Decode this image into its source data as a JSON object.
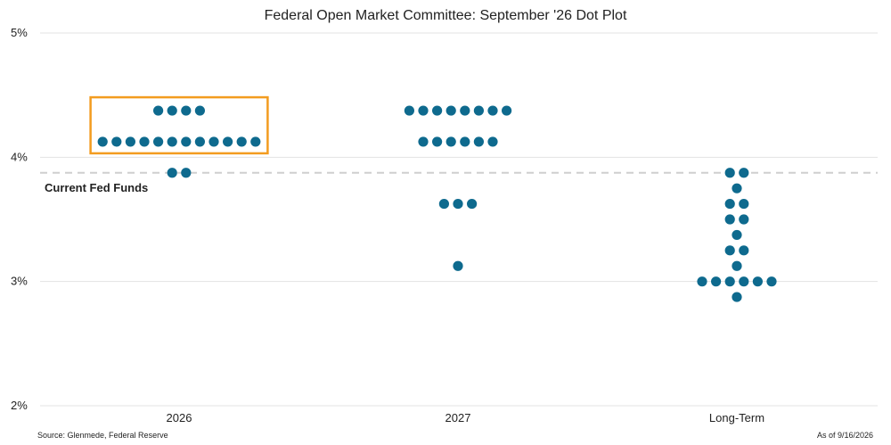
{
  "chart_data": {
    "type": "scatter",
    "title": "Federal Open Market Committee: September '26 Dot Plot",
    "categories": [
      "2026",
      "2027",
      "Long-Term"
    ],
    "y_ticks": [
      "5%",
      "4%",
      "3%",
      "2%"
    ],
    "ylim": [
      2,
      5
    ],
    "grid": true,
    "series": [
      {
        "category": "2026",
        "dots": [
          {
            "rate": 4.375,
            "count": 4
          },
          {
            "rate": 4.125,
            "count": 12
          },
          {
            "rate": 3.875,
            "count": 2
          }
        ]
      },
      {
        "category": "2027",
        "dots": [
          {
            "rate": 4.375,
            "count": 8
          },
          {
            "rate": 4.125,
            "count": 6
          },
          {
            "rate": 3.625,
            "count": 3
          },
          {
            "rate": 3.125,
            "count": 1
          }
        ]
      },
      {
        "category": "Long-Term",
        "dots": [
          {
            "rate": 3.875,
            "count": 2
          },
          {
            "rate": 3.75,
            "count": 1
          },
          {
            "rate": 3.625,
            "count": 2
          },
          {
            "rate": 3.5,
            "count": 2
          },
          {
            "rate": 3.375,
            "count": 1
          },
          {
            "rate": 3.25,
            "count": 2
          },
          {
            "rate": 3.125,
            "count": 1
          },
          {
            "rate": 3.0,
            "count": 6
          },
          {
            "rate": 2.875,
            "count": 1
          }
        ]
      }
    ],
    "reference_line": {
      "label": "Current Fed Funds",
      "value": 3.875,
      "style": "dashed"
    },
    "highlight_box": {
      "category": "2026",
      "rates": [
        4.125,
        4.375
      ],
      "color": "#F39C1F"
    },
    "dot_color": "#0E6A8E",
    "source": "Source: Glenmede, Federal Reserve",
    "as_of": "As of 9/16/2026"
  }
}
